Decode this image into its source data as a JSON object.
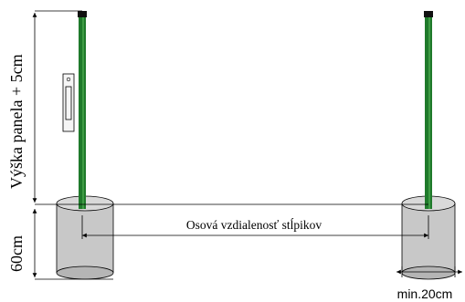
{
  "labels": {
    "post_height": "Výška panela + 5cm",
    "footing_depth": "60cm",
    "post_spacing": "Osová vzdialenosť stĺpikov",
    "footing_width": "min.20cm"
  },
  "colors": {
    "post": "#1f7a2b",
    "post_cap": "#111111",
    "concrete": "#c8c8c8",
    "line": "#000000"
  },
  "icons": {
    "level_tool": "spirit-level-icon"
  }
}
